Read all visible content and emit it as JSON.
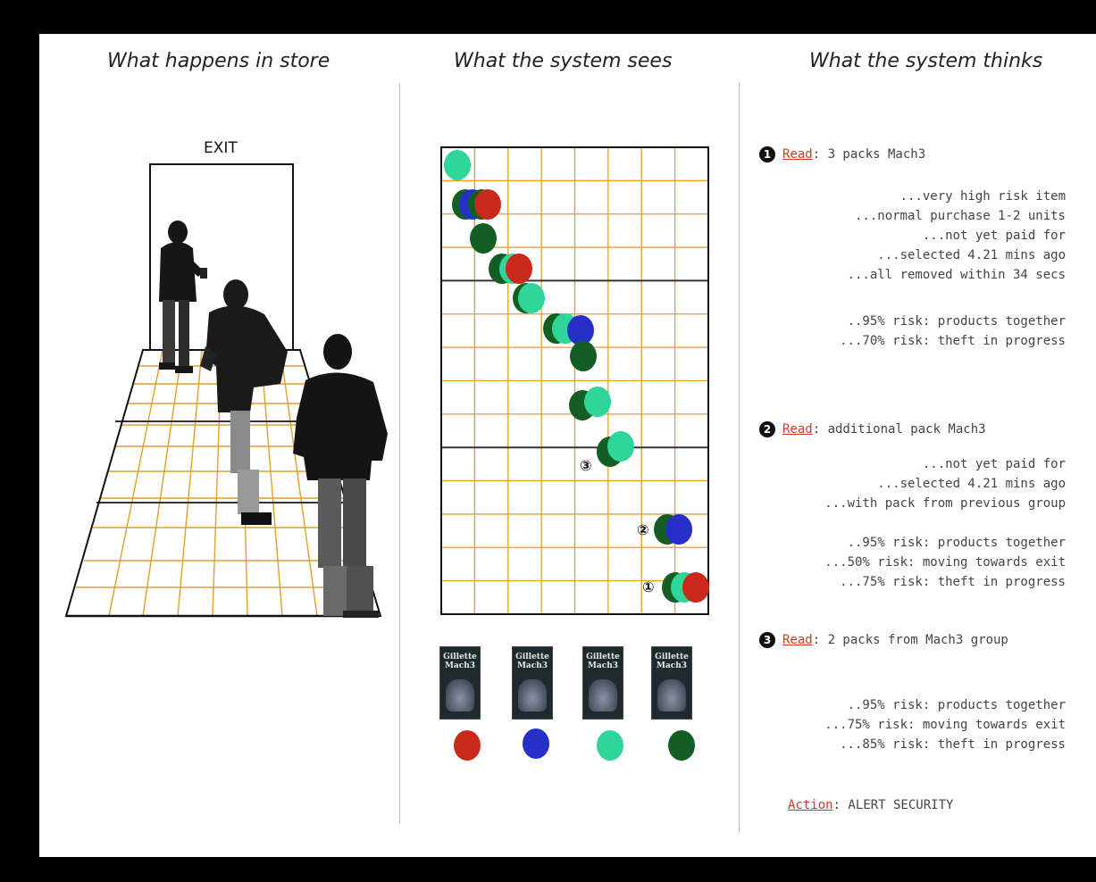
{
  "columns": {
    "store": "What happens in store",
    "sees": "What the system sees",
    "thinks": "What the system thinks"
  },
  "store": {
    "exit_label": "EXIT"
  },
  "sees": {
    "grid_labels": [
      "①",
      "②",
      "③"
    ],
    "products": [
      {
        "brand": "Gillette Mach3",
        "swatch": "#c9281b"
      },
      {
        "brand": "Gillette Mach3",
        "swatch": "#2630c9"
      },
      {
        "brand": "Gillette Mach3",
        "swatch": "#2fd59a"
      },
      {
        "brand": "Gillette Mach3",
        "swatch": "#135e23"
      }
    ],
    "dot_colors": {
      "red": "#c9281b",
      "blue": "#2630c9",
      "teal": "#2fd59a",
      "green": "#135e23"
    }
  },
  "thinks": {
    "event1": {
      "num": "1",
      "keyword": "Read",
      "detail": ": 3 packs Mach3",
      "lines": [
        "...very high risk item",
        "...normal purchase 1-2 units",
        "...not yet paid for",
        "...selected 4.21 mins ago",
        "...all removed within 34 secs"
      ],
      "risks": [
        "..95% risk: products together",
        "...70% risk: theft in progress"
      ]
    },
    "event2": {
      "num": "2",
      "keyword": "Read",
      "detail": ": additional pack Mach3",
      "lines": [
        "...not yet paid for",
        "...selected 4.21 mins ago",
        "...with pack from previous group"
      ],
      "risks": [
        "..95% risk: products together",
        "...50% risk: moving towards exit",
        "...75% risk: theft in progress"
      ]
    },
    "event3": {
      "num": "3",
      "keyword": "Read",
      "detail": ": 2 packs from Mach3 group",
      "risks": [
        "..95% risk: products together",
        "...75% risk: moving towards exit",
        "...85% risk: theft in progress"
      ]
    },
    "action": {
      "keyword": "Action",
      "detail": ": ALERT SECURITY"
    }
  }
}
